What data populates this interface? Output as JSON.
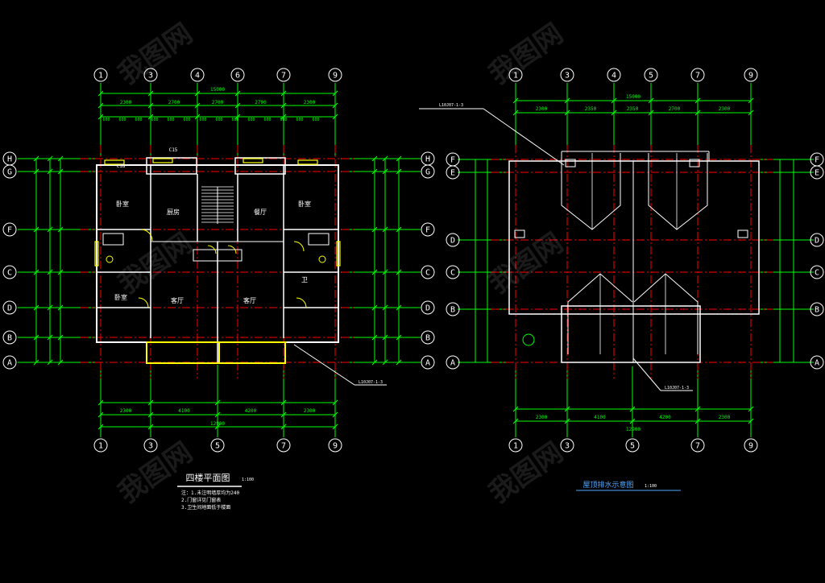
{
  "left_plan": {
    "axes_top": [
      "1",
      "3",
      "4",
      "6",
      "7",
      "9"
    ],
    "axes_bottom": [
      "1",
      "3",
      "5",
      "7",
      "9"
    ],
    "rows": [
      "H",
      "G",
      "F",
      "C",
      "D",
      "B",
      "A"
    ],
    "top_total": "15000",
    "top_seg": [
      "2300",
      "2700",
      "2700",
      "2700",
      "2300"
    ],
    "bottom_seg": [
      "2300",
      "4100",
      "4200",
      "2300"
    ],
    "bottom_total": "12900",
    "rooms": [
      "卧室",
      "厨房",
      "餐厅",
      "卧室",
      "客厅",
      "客厅",
      "卧室",
      "卫"
    ],
    "title": "四楼平面图",
    "notes": [
      "注：1.未注明墙厚均为240",
      "2.门窗详见门窗表",
      "3.卫生间地面低于楼面"
    ],
    "note_scale": "1:100",
    "callout": "L10J07-1-3",
    "label_c18": "C18",
    "label_c15": "C15"
  },
  "right_plan": {
    "axes_top": [
      "1",
      "3",
      "4",
      "5",
      "7",
      "9"
    ],
    "axes_bottom": [
      "1",
      "3",
      "5",
      "7",
      "9"
    ],
    "rows": [
      "F",
      "E",
      "D",
      "C",
      "B",
      "A"
    ],
    "callout_top": "L10J07-1-3",
    "callout_bottom": "L10J07-1-3",
    "title": "屋顶排水示意图",
    "title_scale": "1:100",
    "top_total": "15000",
    "top_seg": [
      "2300",
      "2350",
      "2350",
      "2700",
      "2300"
    ],
    "bottom_seg": [
      "2300",
      "4100",
      "4200",
      "2300"
    ],
    "bottom_total": "12900"
  },
  "watermark": "我图网",
  "colors": {
    "background": "#000000",
    "dimension": "#00ff00",
    "axis_bubble": "#ffffff",
    "wall": "#ffffff",
    "centerline": "#ff0000",
    "window": "#ffff00",
    "text": "#ffffff",
    "title": "#ffffff",
    "title_blue": "#4fa8ff"
  }
}
